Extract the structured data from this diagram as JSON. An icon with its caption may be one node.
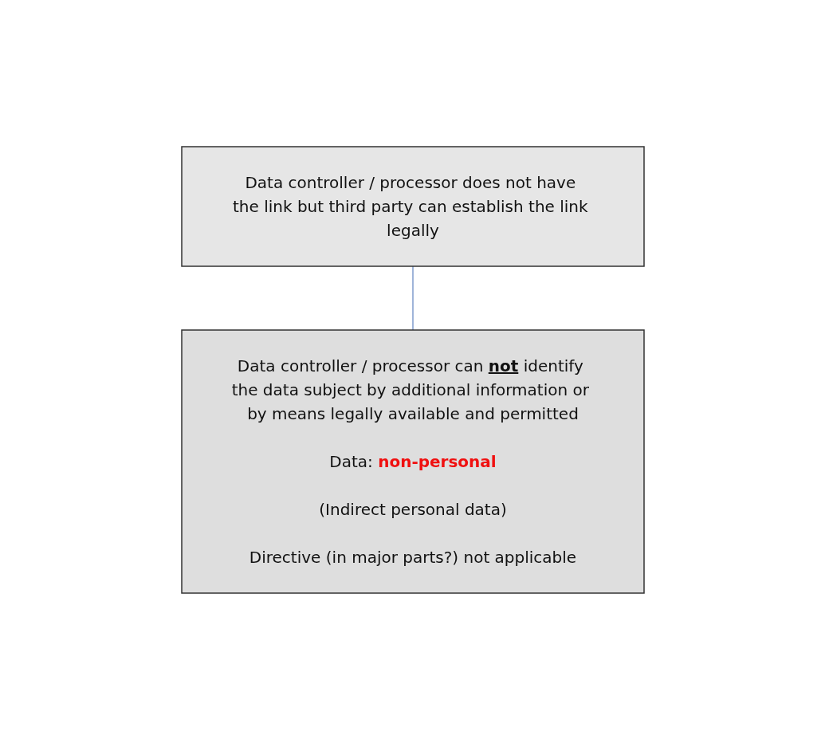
{
  "diagram": {
    "nodes": [
      {
        "text": [
          "Data controller / processor does not have the link but third party can establish the link legally"
        ]
      },
      {
        "text": [
          "Data controller / processor can **not** identify the data subject by additional information or by means legally available and permitted",
          "Data: **non-personal**",
          "(Indirect personal data)",
          "Directive (in major parts?) not applicable"
        ]
      }
    ],
    "edges": [
      {
        "from": 0,
        "to": 1,
        "arrow": "none"
      }
    ]
  }
}
